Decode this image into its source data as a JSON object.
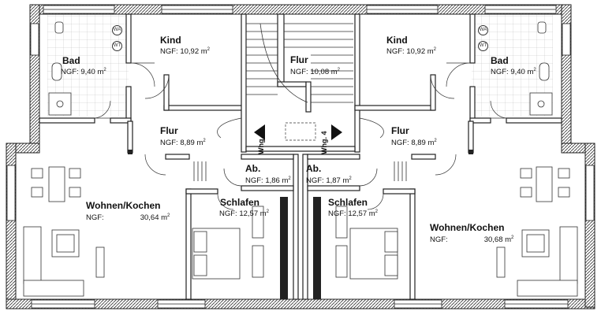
{
  "rooms": {
    "bad_left": {
      "name": "Bad",
      "label": "NGF:",
      "value": "9,40 m",
      "sup": "2"
    },
    "kind_left": {
      "name": "Kind",
      "label": "NGF:",
      "value": "10,92 m",
      "sup": "2"
    },
    "flur_top": {
      "name": "Flur",
      "label": "NGF:",
      "value": "10,08 m",
      "sup": "2"
    },
    "kind_right": {
      "name": "Kind",
      "label": "NGF:",
      "value": "10,92 m",
      "sup": "2"
    },
    "bad_right": {
      "name": "Bad",
      "label": "NGF:",
      "value": "9,40 m",
      "sup": "2"
    },
    "flur_left": {
      "name": "Flur",
      "label": "NGF:",
      "value": "8,89 m",
      "sup": "2"
    },
    "flur_right": {
      "name": "Flur",
      "label": "NGF:",
      "value": "8,89 m",
      "sup": "2"
    },
    "ab_left": {
      "name": "Ab.",
      "label": "NGF:",
      "value": "1,86 m",
      "sup": "2"
    },
    "ab_right": {
      "name": "Ab.",
      "label": "NGF:",
      "value": "1,87 m",
      "sup": "2"
    },
    "wohnen_left": {
      "name": "Wohnen/Kochen",
      "label": "NGF:",
      "value": "30,64 m",
      "sup": "2"
    },
    "schlafen_left": {
      "name": "Schlafen",
      "label": "NGF:",
      "value": "12,57 m",
      "sup": "2"
    },
    "schlafen_right": {
      "name": "Schlafen",
      "label": "NGF:",
      "value": "12,57 m",
      "sup": "2"
    },
    "wohnen_right": {
      "name": "Wohnen/Kochen",
      "label": "NGF:",
      "value": "30,68 m",
      "sup": "2"
    }
  },
  "stair_labels": {
    "left": "Whg. 3",
    "right": "Whg. 4"
  },
  "fixtures": {
    "wa": "WA",
    "wt": "WT"
  },
  "colors": {
    "wall": "#2a2a2a",
    "hatch": "#555555",
    "line": "#333333",
    "background": "#ffffff"
  }
}
